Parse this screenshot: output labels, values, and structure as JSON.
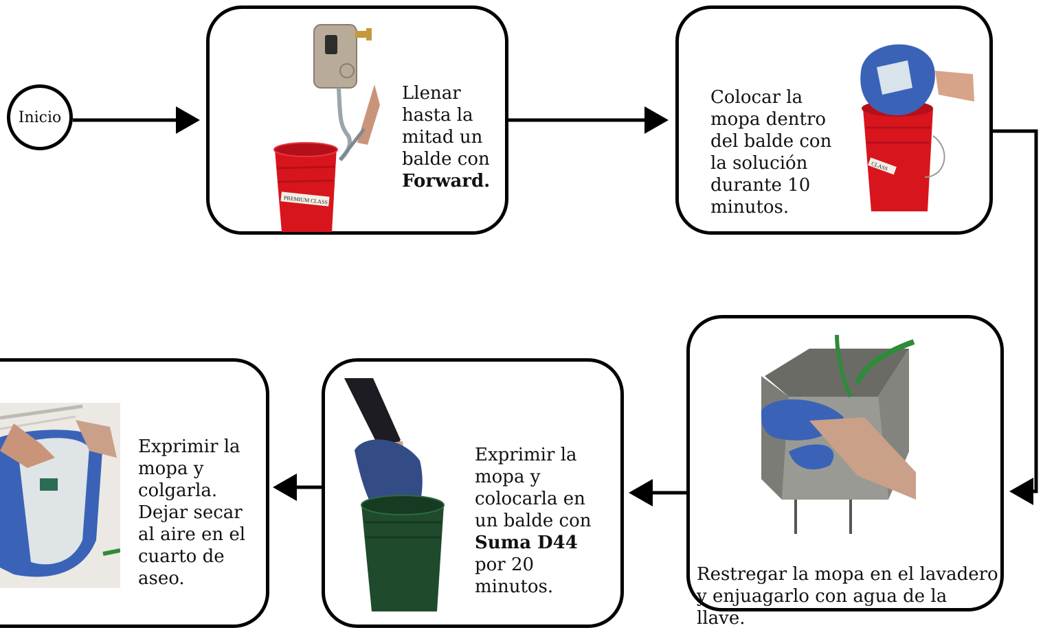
{
  "start": {
    "label": "Inicio"
  },
  "steps": [
    {
      "text": "Llenar\nhasta la\nmitad un\nbalde con",
      "bold": "Forward.",
      "suffix": "",
      "photo": "bucket-filling-photo"
    },
    {
      "text": "Colocar la\nmopa dentro\ndel balde  con\nla solución\ndurante 10\nminutos.",
      "bold": "",
      "suffix": "",
      "photo": "mop-in-bucket-photo"
    },
    {
      "text": "Restregar la mopa en el  lavadero\ny enjuagarlo con  agua de la llave.",
      "bold": "",
      "suffix": "",
      "photo": "sink-scrubbing-photo"
    },
    {
      "text": "Exprimir  la\nmopa y\ncolocarla  en\nun  balde con",
      "bold": "Suma D44",
      "suffix": "por 20\nminutos.",
      "photo": "green-bucket-photo"
    },
    {
      "text": "Exprimir la\nmopa y\ncolgarla.\nDejar  secar\nal aire  en el\ncuarto  de\naseo.",
      "bold": "",
      "suffix": "",
      "photo": "hanging-mop-photo"
    }
  ],
  "bucket_label": "PREMIUM CLASS",
  "bucket_label_short": "CLASS",
  "colors": {
    "border": "#000000",
    "red_bucket": "#d8151c",
    "green_bucket": "#1f4a2c",
    "mop_blue": "#3a63b8"
  }
}
